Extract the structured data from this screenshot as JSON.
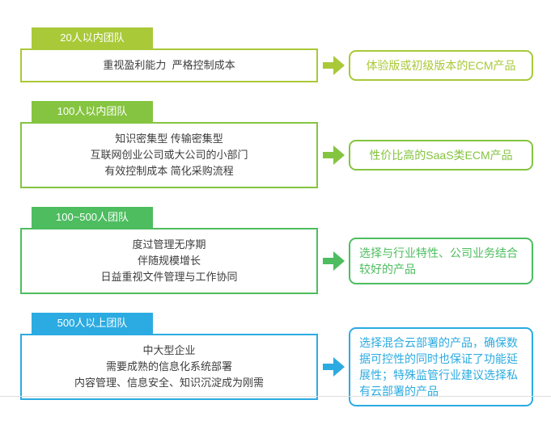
{
  "rows": [
    {
      "tab": "20人以内团队",
      "lines": [
        "重视盈利能力  严格控制成本"
      ],
      "result": "体验版或初级版本的ECM产品",
      "color": "#a9c938"
    },
    {
      "tab": "100人以内团队",
      "lines": [
        "知识密集型 传输密集型",
        "互联网创业公司或大公司的小部门",
        "有效控制成本 简化采购流程"
      ],
      "result": "性价比高的SaaS类ECM产品",
      "color": "#85c440"
    },
    {
      "tab": "100~500人团队",
      "lines": [
        "度过管理无序期",
        "伴随规模增长",
        "日益重视文件管理与工作协同"
      ],
      "result": "选择与行业特性、公司业务结合较好的产品",
      "color": "#4dbd5f"
    },
    {
      "tab": "500人以上团队",
      "lines": [
        "中大型企业",
        "需要成熟的信息化系统部署",
        "内容管理、信息安全、知识沉淀成为刚需"
      ],
      "result": "选择混合云部署的产品，确保数据可控性的同时也保证了功能延展性；特殊监管行业建议选择私有云部署的产品",
      "color": "#2babe1"
    }
  ]
}
